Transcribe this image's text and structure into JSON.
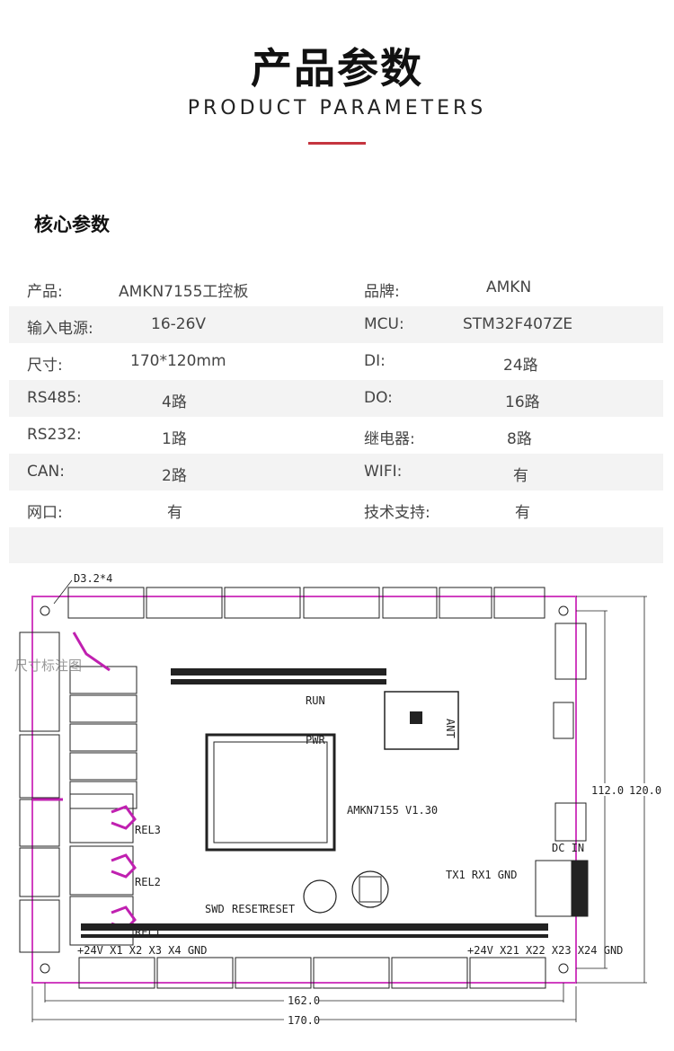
{
  "header": {
    "title": "产品参数",
    "subtitle": "PRODUCT PARAMETERS",
    "accent_color": "#c5343f"
  },
  "section": {
    "title": "核心参数"
  },
  "specs": [
    {
      "k1": "产品:",
      "v1": "AMKN7155工控板",
      "k2": "品牌:",
      "v2": "AMKN"
    },
    {
      "k1": "输入电源:",
      "v1": "16-26V",
      "k2": "MCU:",
      "v2": "STM32F407ZE"
    },
    {
      "k1": "尺寸:",
      "v1": "170*120mm",
      "k2": "DI:",
      "v2": "24路"
    },
    {
      "k1": "RS485:",
      "v1": "4路",
      "k2": "DO:",
      "v2": "16路"
    },
    {
      "k1": "RS232:",
      "v1": "1路",
      "k2": "继电器:",
      "v2": "8路"
    },
    {
      "k1": "CAN:",
      "v1": "2路",
      "k2": "WIFI:",
      "v2": "有"
    },
    {
      "k1": "网口:",
      "v1": "有",
      "k2": "技术支持:",
      "v2": "有"
    }
  ],
  "board": {
    "hole_label": "D3.2*4",
    "model_label": "AMKN7155 V1.30",
    "dim_width_inner": "162.0",
    "dim_width_outer": "170.0",
    "dim_height_inner": "112.0",
    "dim_height_outer": "120.0",
    "watermark": "尺寸标注图",
    "outline_color": "#d040c0",
    "labels": {
      "ant": "ANT",
      "dc_in": "DC IN",
      "swd": "SWD",
      "reset": "RESET",
      "run": "RUN",
      "pwr": "PWR",
      "uart": "TX1 RX1 GND",
      "bottom_left": "+24V X1 X2 X3 X4 GND",
      "bottom_right": "+24V X21 X22 X23 X24 GND",
      "rel3": "REL3",
      "rel2": "REL2",
      "rel1": "REL1"
    }
  }
}
